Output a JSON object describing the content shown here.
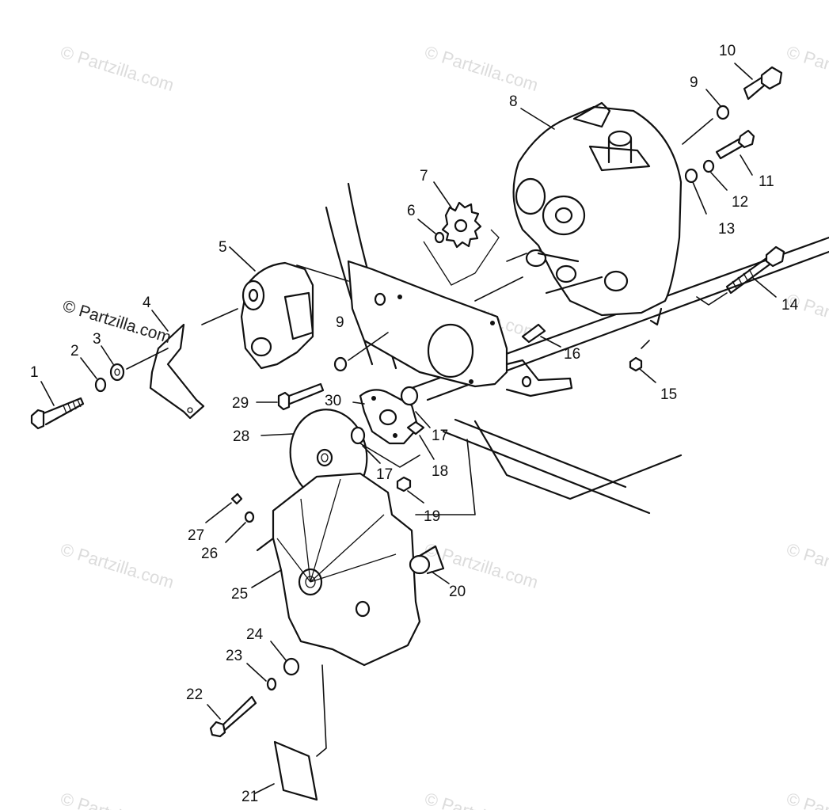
{
  "watermark": {
    "text": "© Partzilla.com",
    "brand_text": "© Partzilla.com"
  },
  "callouts": [
    "1",
    "2",
    "3",
    "4",
    "5",
    "6",
    "7",
    "8",
    "9",
    "10",
    "11",
    "12",
    "13",
    "14",
    "15",
    "16",
    "17",
    "18",
    "19",
    "20",
    "21",
    "22",
    "23",
    "24",
    "25",
    "26",
    "27",
    "28",
    "29",
    "30"
  ],
  "callout_extra": {
    "nine_b": "9",
    "seventeen_b": "17"
  },
  "colors": {
    "line": "#111111",
    "watermark": "#dcdcdc",
    "background": "#ffffff"
  }
}
